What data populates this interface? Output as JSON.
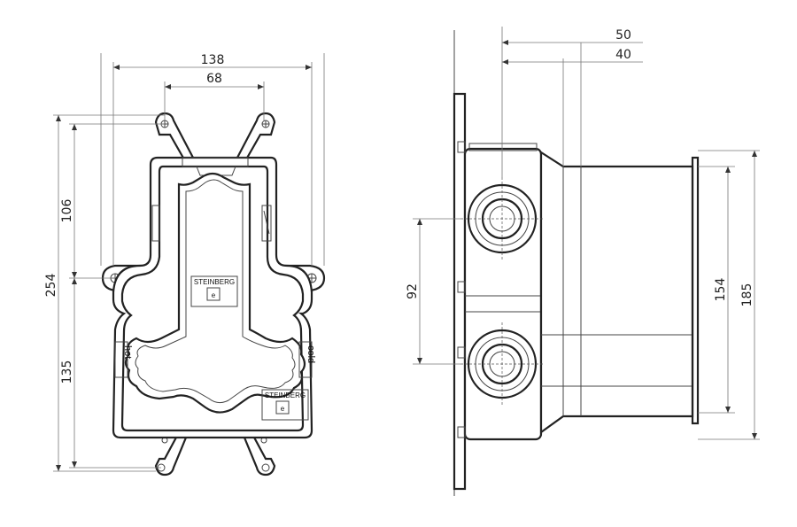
{
  "front_view": {
    "width_outer": "138",
    "width_inner": "68",
    "height_total": "254",
    "height_upper": "106",
    "height_lower": "135",
    "brand_top": "STEINBERG",
    "brand_bottom": "STEINBERG",
    "port_hot": "hot",
    "port_cold": "cold"
  },
  "side_view": {
    "depth_max": "50",
    "depth_min": "40",
    "port_spacing": "92",
    "body_height": "154",
    "plate_height": "185"
  }
}
